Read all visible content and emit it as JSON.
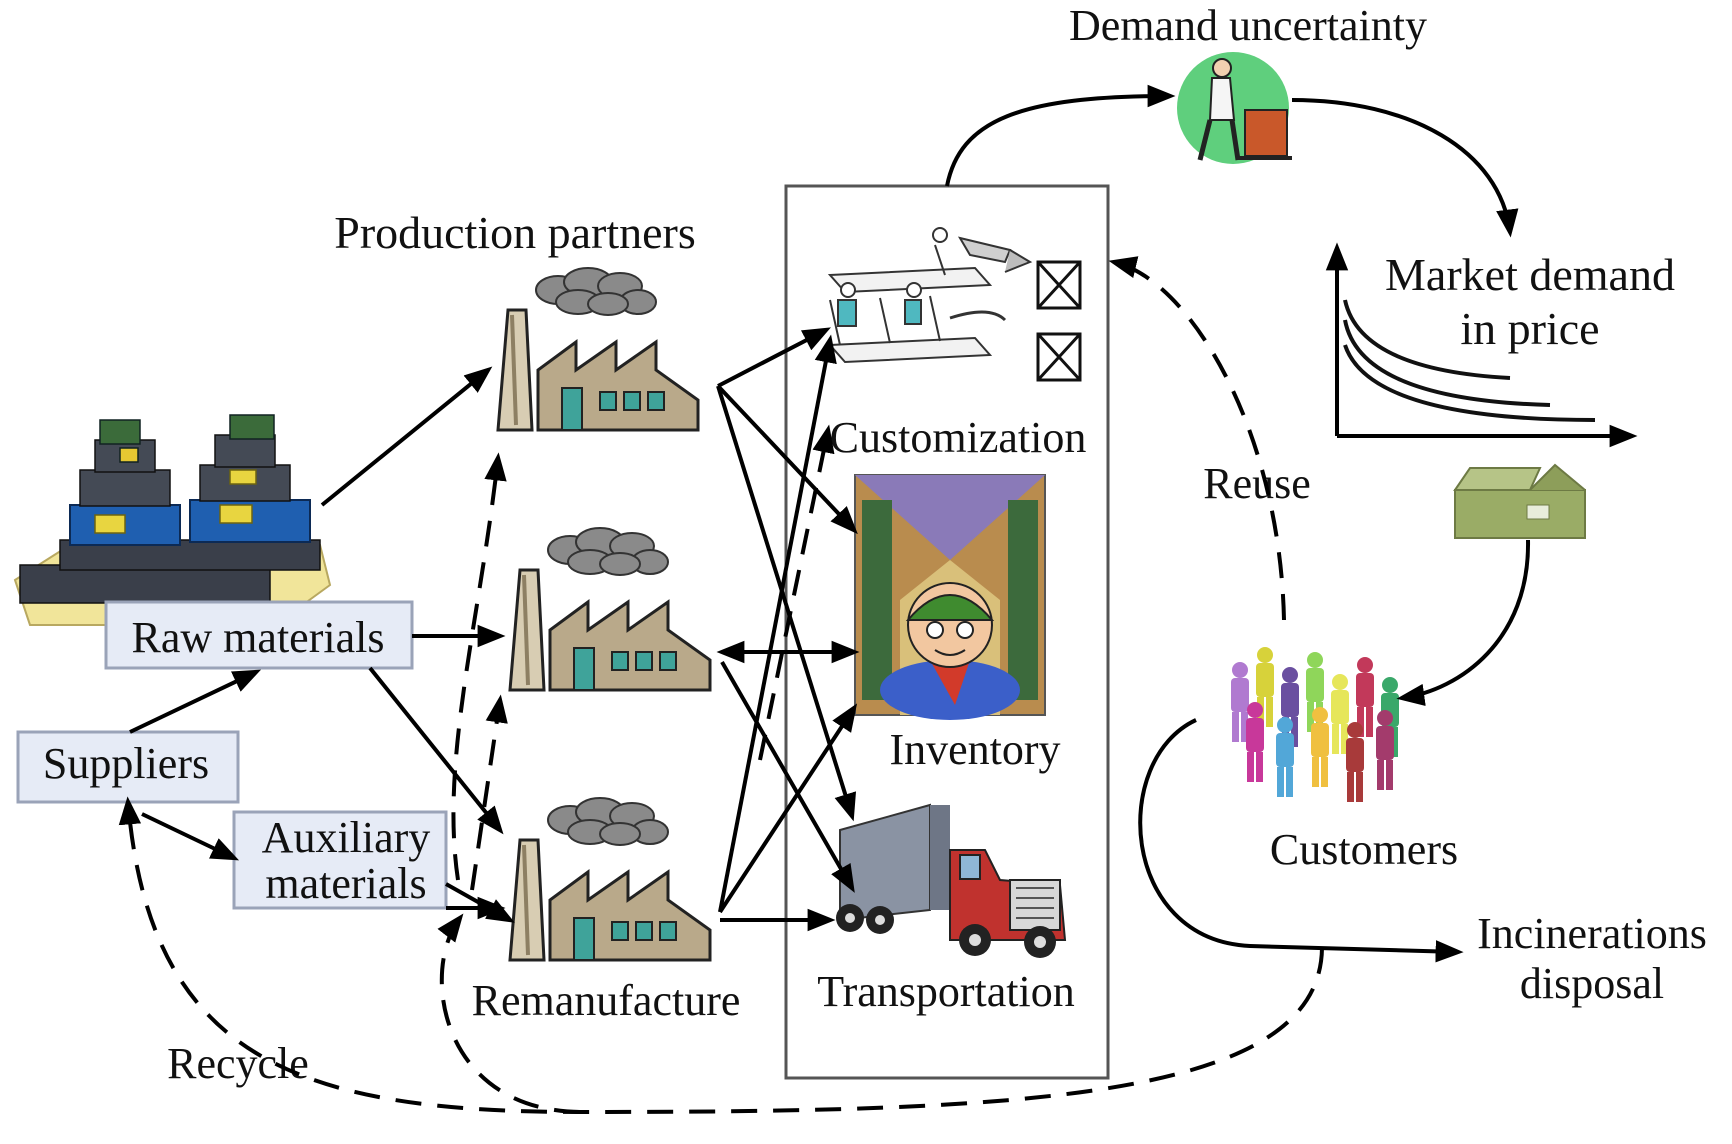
{
  "labels": {
    "demand_uncertainty": "Demand uncertainty",
    "production_partners": "Production partners",
    "market_demand_line1": "Market demand",
    "market_demand_line2": "in price",
    "customization": "Customization",
    "reuse": "Reuse",
    "raw_materials": "Raw materials",
    "suppliers": "Suppliers",
    "auxiliary_line1": "Auxiliary",
    "auxiliary_line2": "materials",
    "inventory": "Inventory",
    "customers": "Customers",
    "incinerations_line1": "Incinerations",
    "incinerations_line2": "disposal",
    "remanufacture": "Remanufacture",
    "transportation": "Transportation",
    "recycle": "Recycle"
  },
  "icons": [
    "pallets-icon",
    "factory-icon",
    "assembly-line-icon",
    "warehouse-worker-icon",
    "truck-icon",
    "demand-worker-icon",
    "price-curve-icon",
    "box-icon",
    "crowd-icon"
  ],
  "colors": {
    "label_box_fill": "#e6ebf6",
    "label_box_stroke": "#9aa3b8",
    "factory_fill": "#b9a98a",
    "chimney_fill": "#d8cdb3",
    "window_fill": "#3fa39a",
    "smoke_fill": "#8a8a8a",
    "truck_red": "#c0322e",
    "truck_trailer": "#9ea6b4",
    "demand_circle": "#5fcf7d"
  }
}
